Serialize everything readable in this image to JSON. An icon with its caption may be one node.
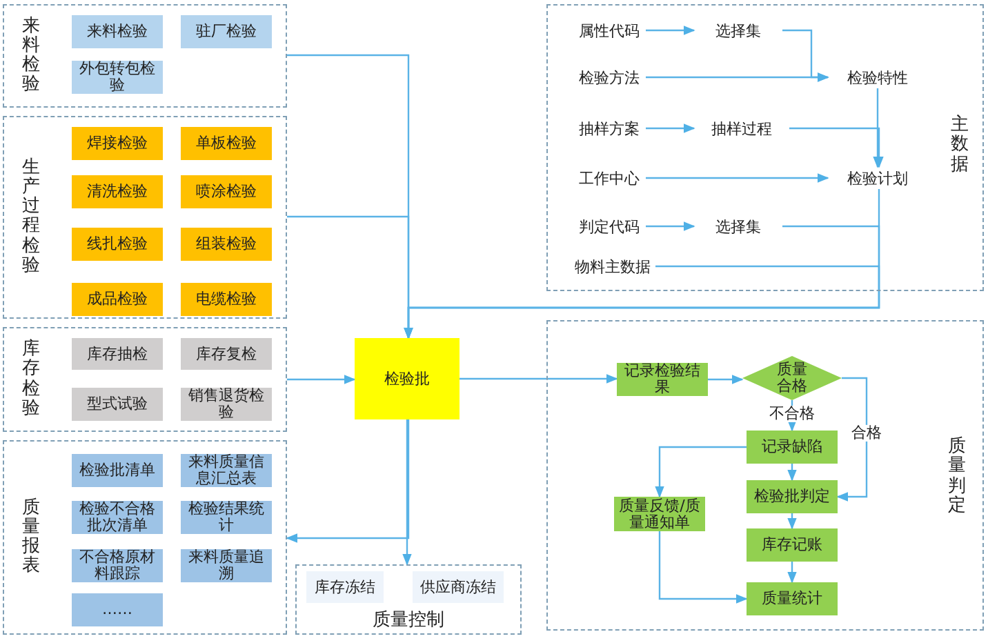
{
  "diagram": {
    "nodes": [
      {
        "text": [
          "来料检验"
        ]
      },
      {
        "text": [
          "来料检验"
        ],
        "in": 0
      },
      {
        "text": [
          "驻厂检验"
        ],
        "in": 0
      },
      {
        "text": [
          "外包转包检验"
        ],
        "in": 0
      },
      {
        "text": [
          "生产过程检验"
        ]
      },
      {
        "text": [
          "焊接检验"
        ],
        "in": 4
      },
      {
        "text": [
          "单板检验"
        ],
        "in": 4
      },
      {
        "text": [
          "清洗检验"
        ],
        "in": 4
      },
      {
        "text": [
          "喷涂检验"
        ],
        "in": 4
      },
      {
        "text": [
          "线扎检验"
        ],
        "in": 4
      },
      {
        "text": [
          "组装检验"
        ],
        "in": 4
      },
      {
        "text": [
          "成品检验"
        ],
        "in": 4
      },
      {
        "text": [
          "电缆检验"
        ],
        "in": 4
      },
      {
        "text": [
          "库存检验"
        ]
      },
      {
        "text": [
          "库存抽检"
        ],
        "in": 13
      },
      {
        "text": [
          "库存复检"
        ],
        "in": 13
      },
      {
        "text": [
          "型式试验"
        ],
        "in": 13
      },
      {
        "text": [
          "销售退货检验"
        ],
        "in": 13
      },
      {
        "text": [
          "质量报表"
        ]
      },
      {
        "text": [
          "检验批清单"
        ],
        "in": 18
      },
      {
        "text": [
          "来料质量信息汇总表"
        ],
        "in": 18
      },
      {
        "text": [
          "检验不合格批次清单"
        ],
        "in": 18
      },
      {
        "text": [
          "检验结果统计"
        ],
        "in": 18
      },
      {
        "text": [
          "不合格原材料跟踪"
        ],
        "in": 18
      },
      {
        "text": [
          "来料质量追溯"
        ],
        "in": 18
      },
      {
        "text": [
          "……"
        ],
        "in": 18
      },
      {
        "text": [
          "主数据"
        ]
      },
      {
        "text": [
          "属性代码"
        ],
        "in": 26
      },
      {
        "text": [
          "选择集"
        ],
        "in": 26
      },
      {
        "text": [
          "检验方法"
        ],
        "in": 26
      },
      {
        "text": [
          "检验特性"
        ],
        "in": 26
      },
      {
        "text": [
          "抽样方案"
        ],
        "in": 26
      },
      {
        "text": [
          "抽样过程"
        ],
        "in": 26
      },
      {
        "text": [
          "工作中心"
        ],
        "in": 26
      },
      {
        "text": [
          "检验计划"
        ],
        "in": 26
      },
      {
        "text": [
          "判定代码"
        ],
        "in": 26
      },
      {
        "text": [
          "选择集"
        ],
        "in": 26
      },
      {
        "text": [
          "物料主数据"
        ],
        "in": 26
      },
      {
        "text": [
          "检验批"
        ]
      },
      {
        "text": [
          "质量判定"
        ]
      },
      {
        "text": [
          "记录检验结果"
        ],
        "in": 39
      },
      {
        "text": [
          "质量合格"
        ],
        "in": 39
      },
      {
        "text": [
          "记录缺陷"
        ],
        "in": 39
      },
      {
        "text": [
          "质量反馈/质量通知单"
        ],
        "in": 39
      },
      {
        "text": [
          "检验批判定"
        ],
        "in": 39
      },
      {
        "text": [
          "库存记账"
        ],
        "in": 39
      },
      {
        "text": [
          "质量统计"
        ],
        "in": 39
      },
      {
        "text": [
          "质量控制"
        ]
      },
      {
        "text": [
          "库存冻结"
        ],
        "in": 47
      },
      {
        "text": [
          "供应商冻结"
        ],
        "in": 47
      }
    ],
    "edges": [
      {
        "from": 0,
        "to": 38,
        "arrow": "to"
      },
      {
        "from": 4,
        "to": 38,
        "arrow": "to"
      },
      {
        "from": 34,
        "to": 38,
        "arrow": "to"
      },
      {
        "from": 36,
        "to": 38,
        "arrow": "to"
      },
      {
        "from": 37,
        "to": 38,
        "arrow": "to"
      },
      {
        "from": 13,
        "to": 38,
        "arrow": "to"
      },
      {
        "from": 38,
        "to": 40,
        "arrow": "to"
      },
      {
        "from": 38,
        "to": 18,
        "arrow": "to"
      },
      {
        "from": 38,
        "to": 47,
        "arrow": "to"
      },
      {
        "from": 40,
        "to": 41,
        "arrow": "to"
      },
      {
        "from": 41,
        "to": 42,
        "arrow": "to",
        "label": "不合格"
      },
      {
        "from": 41,
        "to": 44,
        "arrow": "to",
        "label": "合格"
      },
      {
        "from": 42,
        "to": 44,
        "arrow": "to"
      },
      {
        "from": 44,
        "to": 45,
        "arrow": "to"
      },
      {
        "from": 45,
        "to": 46,
        "arrow": "to"
      },
      {
        "from": 42,
        "to": 43,
        "arrow": "to"
      },
      {
        "from": 43,
        "to": 46,
        "arrow": "to"
      },
      {
        "from": 27,
        "to": 28,
        "arrow": "to"
      },
      {
        "from": 28,
        "to": 30,
        "arrow": "to"
      },
      {
        "from": 29,
        "to": 30,
        "arrow": "to"
      },
      {
        "from": 31,
        "to": 32,
        "arrow": "to"
      },
      {
        "from": 32,
        "to": 34,
        "arrow": "to"
      },
      {
        "from": 30,
        "to": 34,
        "arrow": "to"
      },
      {
        "from": 33,
        "to": 34,
        "arrow": "to"
      },
      {
        "from": 35,
        "to": 36,
        "arrow": "to"
      }
    ]
  }
}
